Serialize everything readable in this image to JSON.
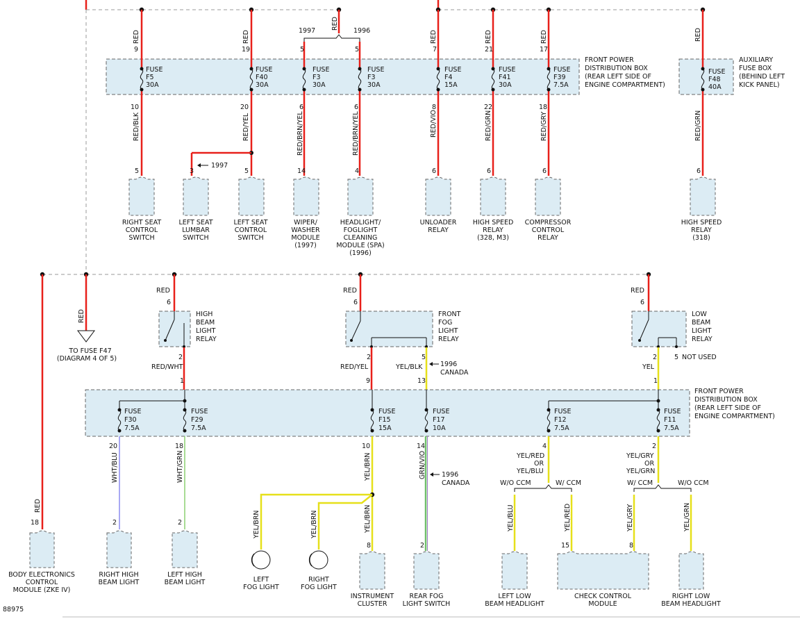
{
  "diagram_id": "88975",
  "top_fuse_box": {
    "title": [
      "FRONT POWER",
      "DISTRIBUTION BOX",
      "(REAR LEFT SIDE OF",
      "ENGINE COMPARTMENT)"
    ],
    "fuses": [
      {
        "name": "F5",
        "amps": "30A",
        "pin_in": "9",
        "pin_out": "10",
        "wire_in": "RED",
        "wire_out": "RED/BLK"
      },
      {
        "name": "F40",
        "amps": "30A",
        "pin_in": "19",
        "pin_out": "20",
        "wire_in": "RED",
        "wire_out": "RED/YEL"
      },
      {
        "name": "F3",
        "amps": "30A",
        "pin_in": "5",
        "pin_out": "6",
        "wire_out": "RED/BRN/YEL"
      },
      {
        "name": "F3",
        "amps": "30A",
        "pin_in": "5",
        "pin_out": "6",
        "wire_out": "RED/BRN/YEL"
      },
      {
        "name": "F4",
        "amps": "15A",
        "pin_in": "7",
        "pin_out": "8",
        "wire_in": "RED",
        "wire_out": "RED/VIO"
      },
      {
        "name": "F41",
        "amps": "30A",
        "pin_in": "21",
        "pin_out": "22",
        "wire_in": "RED",
        "wire_out": "RED/GRN"
      },
      {
        "name": "F39",
        "amps": "7.5A",
        "pin_in": "17",
        "pin_out": "18",
        "wire_in": "RED",
        "wire_out": "RED/GRY"
      }
    ],
    "fuse_word": "FUSE",
    "year_split": {
      "left": "1997",
      "right": "1996",
      "wire": "RED"
    }
  },
  "aux_fuse_box": {
    "title": [
      "AUXILIARY",
      "FUSE BOX",
      "(BEHIND LEFT",
      "KICK PANEL)"
    ],
    "fuse": {
      "name": "F48",
      "amps": "40A",
      "wire_in": "RED",
      "wire_out": "RED/GRN",
      "pin": "6"
    }
  },
  "top_components": [
    {
      "pin": "5",
      "label": [
        "RIGHT SEAT",
        "CONTROL",
        "SWITCH"
      ]
    },
    {
      "pin": "3",
      "label": [
        "LEFT SEAT",
        "LUMBAR",
        "SWITCH"
      ]
    },
    {
      "pin": "5",
      "label": [
        "LEFT SEAT",
        "CONTROL",
        "SWITCH"
      ]
    },
    {
      "pin": "14",
      "label": [
        "WIPER/",
        "WASHER",
        "MODULE",
        "(1997)"
      ]
    },
    {
      "pin": "4",
      "label": [
        "HEADLIGHT/",
        "FOGLIGHT",
        "CLEANING",
        "MODULE (SPA)",
        "(1996)"
      ]
    },
    {
      "pin": "6",
      "label": [
        "UNLOADER",
        "RELAY"
      ]
    },
    {
      "pin": "6",
      "label": [
        "HIGH SPEED",
        "RELAY",
        "(328, M3)"
      ]
    },
    {
      "pin": "6",
      "label": [
        "COMPRESSOR",
        "CONTROL",
        "RELAY"
      ]
    },
    {
      "pin": "6",
      "label": [
        "HIGH SPEED",
        "RELAY",
        "(318)"
      ]
    }
  ],
  "lumbar_note": "1997",
  "relays": [
    {
      "label": [
        "HIGH",
        "BEAM",
        "LIGHT",
        "RELAY"
      ],
      "pin_in": "6",
      "pin_out": "2",
      "wire_in": "RED",
      "wire_out": "RED/WHT"
    },
    {
      "label": [
        "FRONT",
        "FOG",
        "LIGHT",
        "RELAY"
      ],
      "pin_in": "6",
      "pin_out": "2",
      "pin_out2": "5",
      "wire_in": "RED",
      "wire_out": "RED/YEL",
      "wire_out2": "YEL/BLK",
      "note": [
        "1996",
        "CANADA"
      ]
    },
    {
      "label": [
        "LOW",
        "BEAM",
        "LIGHT",
        "RELAY"
      ],
      "pin_in": "6",
      "pin_out": "2",
      "pin_out2": "5",
      "wire_in": "RED",
      "wire_out": "YEL",
      "not_used": "NOT USED"
    }
  ],
  "to_fuse": {
    "wire": "RED",
    "label": [
      "TO FUSE F47",
      "(DIAGRAM 4 OF 5)"
    ]
  },
  "bottom_fuse_box": {
    "title": [
      "FRONT POWER",
      "DISTRIBUTION BOX",
      "(REAR LEFT SIDE OF",
      "ENGINE COMPARTMENT)"
    ],
    "fuses": [
      {
        "name": "F30",
        "amps": "7.5A",
        "pin_out": "20",
        "wire_out": "WHT/BLU"
      },
      {
        "name": "F29",
        "amps": "7.5A",
        "pin_in": "1",
        "pin_out": "18",
        "wire_out": "WHT/GRN"
      },
      {
        "name": "F15",
        "amps": "15A",
        "pin_in": "9",
        "pin_out": "10",
        "wire_out": "YEL/BRN"
      },
      {
        "name": "F17",
        "amps": "10A",
        "pin_in": "13",
        "pin_out": "14",
        "wire_out": "GRN/VIO"
      },
      {
        "name": "F12",
        "amps": "7.5A",
        "pin_out": "4"
      },
      {
        "name": "F11",
        "amps": "7.5A",
        "pin_in": "1",
        "pin_out": "2"
      }
    ],
    "f17_note": [
      "1996",
      "CANADA"
    ],
    "f12_wire": [
      "YEL/RED",
      "OR",
      "YEL/BLU"
    ],
    "f11_wire": [
      "YEL/GRY",
      "OR",
      "YEL/GRN"
    ],
    "f12_branches": {
      "left": "W/O CCM",
      "right": "W/ CCM",
      "wire_left": "YEL/BLU",
      "wire_right": "YEL/RED"
    },
    "f11_branches": {
      "left": "W/ CCM",
      "right": "W/O CCM",
      "wire_left": "YEL/GRY",
      "wire_right": "YEL/GRN"
    }
  },
  "bcm": {
    "wire": "RED",
    "pin": "18",
    "label": [
      "BODY ELECTRONICS",
      "CONTROL",
      "MODULE (ZKE IV)"
    ]
  },
  "bottom_components": [
    {
      "pin": "2",
      "label": [
        "RIGHT HIGH",
        "BEAM LIGHT"
      ]
    },
    {
      "pin": "2",
      "label": [
        "LEFT HIGH",
        "BEAM LIGHT"
      ]
    },
    {
      "wire": "YEL/BRN",
      "label": [
        "LEFT",
        "FOG LIGHT"
      ]
    },
    {
      "wire": "YEL/BRN",
      "label": [
        "RIGHT",
        "FOG LIGHT"
      ]
    },
    {
      "pin": "8",
      "wire": "YEL/BRN",
      "label": [
        "INSTRUMENT",
        "CLUSTER"
      ]
    },
    {
      "pin": "2",
      "label": [
        "REAR FOG",
        "LIGHT SWITCH"
      ]
    },
    {
      "label": [
        "LEFT LOW",
        "BEAM HEADLIGHT"
      ]
    },
    {
      "pin_left": "15",
      "pin_right": "8",
      "label": [
        "CHECK CONTROL",
        "MODULE"
      ]
    },
    {
      "label": [
        "RIGHT LOW",
        "BEAM HEADLIGHT"
      ]
    }
  ]
}
